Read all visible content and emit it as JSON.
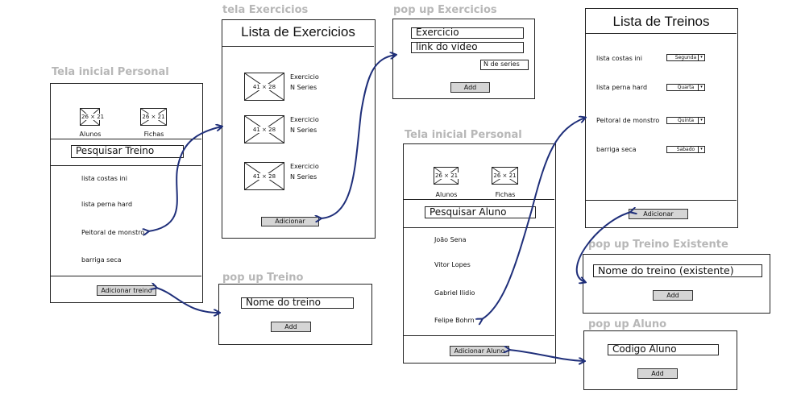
{
  "placeholder_size_large": "41 × 28",
  "placeholder_size_small": "26 × 21",
  "screen_inicial_treino": {
    "title": "Tela inicial Personal",
    "icons": [
      {
        "label": "Alunos"
      },
      {
        "label": "Fichas"
      }
    ],
    "search_value": "Pesquisar Treino",
    "items": [
      "lista costas ini",
      "lista perna hard",
      "Peitoral de monstro",
      "barriga seca"
    ],
    "button": "Adicionar treino"
  },
  "screen_exercicios": {
    "title": "tela Exercicios",
    "header": "Lista de Exercicios",
    "rows": [
      {
        "name": "Exercicio",
        "series": "N Series"
      },
      {
        "name": "Exercicio",
        "series": "N Series"
      },
      {
        "name": "Exercicio",
        "series": "N Series"
      }
    ],
    "button": "Adicionar"
  },
  "popup_exercicios": {
    "title": "pop up Exercicios",
    "field1": "Exercicio",
    "field2": "link do video",
    "field3": "N de series",
    "button": "Add"
  },
  "popup_treino": {
    "title": "pop up Treino",
    "field": "Nome do treino",
    "button": "Add"
  },
  "screen_inicial_aluno": {
    "title": "Tela inicial Personal",
    "icons": [
      {
        "label": "Alunos"
      },
      {
        "label": "Fichas"
      }
    ],
    "search_value": "Pesquisar Aluno",
    "items": [
      "João Sena",
      "Vitor Lopes",
      "Gabriel Ilidio",
      "Felipe Bohrn"
    ],
    "button": "Adicionar Aluno"
  },
  "screen_treinos": {
    "header": "Lista de Treinos",
    "items": [
      {
        "name": "lista costas ini",
        "day": "Segunda"
      },
      {
        "name": "lista perna hard",
        "day": "Quarta"
      },
      {
        "name": "Peitoral de monstro",
        "day": "Quinta"
      },
      {
        "name": "barriga seca",
        "day": "Sabado"
      }
    ],
    "button": "Adicionar"
  },
  "popup_treino_existente": {
    "title": "pop up Treino Existente",
    "field": "Nome do treino (existente)",
    "button": "Add"
  },
  "popup_aluno": {
    "title": "pop up Aluno",
    "field": "Codigo Aluno",
    "button": "Add"
  },
  "colors": {
    "arrow": "#1f2f7a",
    "section_title": "#b7b7b7",
    "button_fill": "#d5d5d5"
  }
}
